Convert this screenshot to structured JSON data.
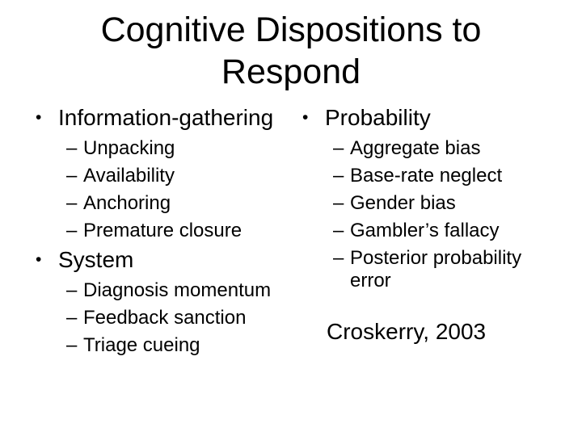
{
  "title": {
    "lines": [
      "Cognitive Dispositions to",
      "Respond"
    ]
  },
  "markers": {
    "bullet": "•",
    "dash": "–"
  },
  "columns": [
    {
      "sections": [
        {
          "heading": "Information-gathering",
          "items": [
            "Unpacking",
            "Availability",
            "Anchoring",
            "Premature closure"
          ]
        },
        {
          "heading": "System",
          "items": [
            "Diagnosis momentum",
            "Feedback sanction",
            "Triage cueing"
          ]
        }
      ]
    },
    {
      "sections": [
        {
          "heading": "Probability",
          "items": [
            "Aggregate bias",
            "Base-rate neglect",
            "Gender bias",
            "Gambler’s fallacy",
            "Posterior probability error"
          ]
        }
      ]
    }
  ],
  "citation": "Croskerry, 2003",
  "colors": {
    "background": "#ffffff",
    "text": "#000000"
  }
}
